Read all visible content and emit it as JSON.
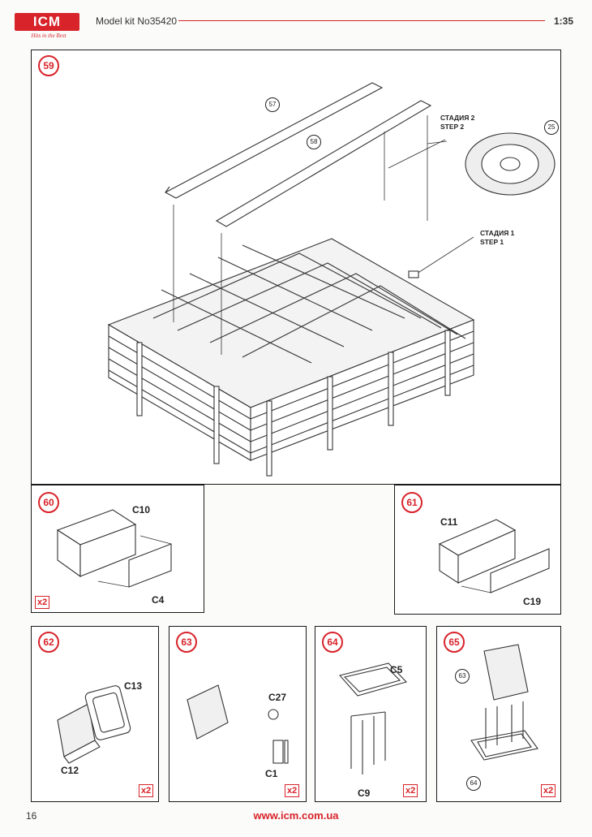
{
  "header": {
    "logo": "ICM",
    "slogan": "Hits in the Best",
    "kit_title": "Model kit No35420",
    "scale": "1:35"
  },
  "steps": [
    {
      "number": "59",
      "refs": [
        "57",
        "58",
        "25"
      ],
      "notes": [
        "СТАДИЯ 2\nSTEP 2",
        "СТАДИЯ 1\nSTEP 1"
      ]
    },
    {
      "number": "60",
      "parts": [
        "C10",
        "C4"
      ],
      "quantity": "x2"
    },
    {
      "number": "61",
      "parts": [
        "C11",
        "C19"
      ]
    },
    {
      "number": "62",
      "parts": [
        "C13",
        "C12"
      ],
      "quantity": "x2"
    },
    {
      "number": "63",
      "parts": [
        "C27",
        "C1"
      ],
      "quantity": "x2"
    },
    {
      "number": "64",
      "parts": [
        "C5",
        "C9"
      ],
      "quantity": "x2"
    },
    {
      "number": "65",
      "refs": [
        "63",
        "64"
      ],
      "quantity": "x2"
    }
  ],
  "footer": {
    "page_number": "16",
    "website": "www.icm.com.ua"
  },
  "colors": {
    "accent": "#d8232a",
    "line": "#1a1a1a"
  }
}
